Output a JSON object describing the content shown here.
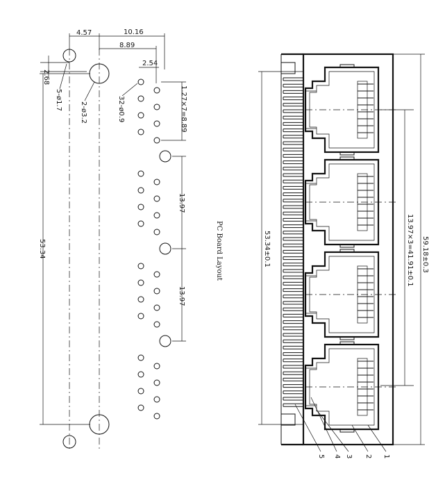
{
  "layout_drawing": {
    "dim_4_57": "4.57",
    "dim_10_16": "10.16",
    "dim_8_89": "8.89",
    "dim_2_54": "2.54",
    "dim_2_68": "2.68",
    "hole_5": "5-ø1.7",
    "hole_2": "2-ø3.2",
    "hole_32": "32-ø0.9",
    "pitch_127": "1.27×7=8.89",
    "pitch_1397_a": "13.97",
    "pitch_1397_b": "13.97",
    "dim_53_34": "53.34",
    "caption": "PC Board Layout"
  },
  "side_view": {
    "dim_53_34_tol": "53.34±0.1",
    "dim_13_97x3": "13.97×3=41.91±0.1",
    "dim_59_18": "59.18±0.3",
    "callouts": [
      "5",
      "4",
      "3",
      "2",
      "1"
    ]
  }
}
